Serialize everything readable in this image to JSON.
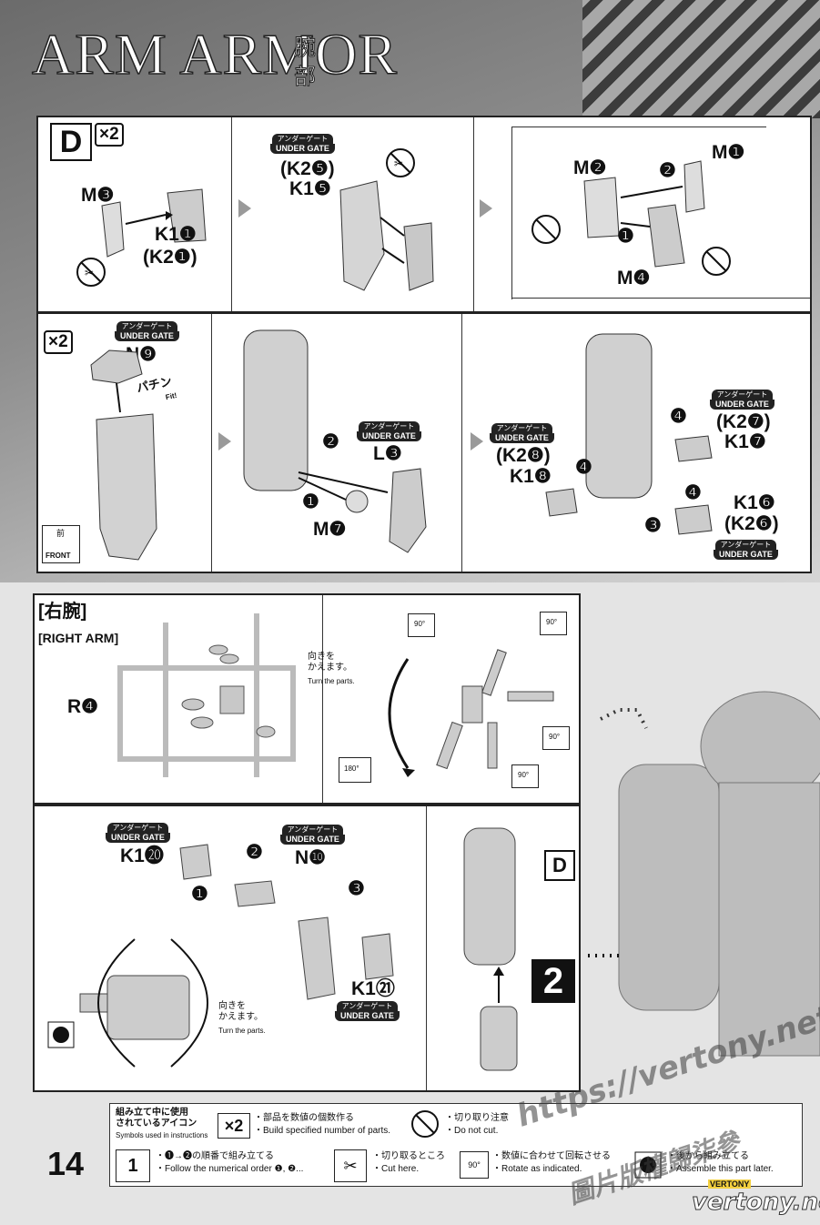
{
  "header": {
    "title": "ARM ARMOR",
    "title_jp": "腕部"
  },
  "step_d": {
    "step_letter": "D",
    "multiplier": "×2",
    "s1": {
      "part_m": "M❸",
      "part_k1": "K1❶",
      "part_k2": "(K2❶)"
    },
    "s2": {
      "badge_jp": "アンダーゲート",
      "badge_en": "UNDER GATE",
      "part_k2": "(K2❺)",
      "part_k1": "K1❺"
    },
    "s3": {
      "part_m1": "M❶",
      "part_m2": "M❷",
      "part_m4": "M❹",
      "order_1": "❶",
      "order_2": "❷"
    }
  },
  "step_2": {
    "multiplier": "×2",
    "s1": {
      "badge_jp": "アンダーゲート",
      "badge_en": "UNDER GATE",
      "part_n": "N❾",
      "sfx_jp": "パチン",
      "sfx_en": "Fit!",
      "front_jp": "前",
      "front_en": "FRONT"
    },
    "s2": {
      "badge_jp": "アンダーゲート",
      "badge_en": "UNDER GATE",
      "part_l": "L❸",
      "part_m": "M❼",
      "order_1": "❶",
      "order_2": "❷"
    },
    "s3": {
      "badge_a_jp": "アンダーゲート",
      "badge_a_en": "UNDER GATE",
      "badge_b_jp": "アンダーゲート",
      "badge_b_en": "UNDER GATE",
      "badge_c_jp": "アンダーゲート",
      "badge_c_en": "UNDER GATE",
      "part_k2a": "(K2❽)",
      "part_k1a": "K1❽",
      "part_k2b": "(K2❼)",
      "part_k1b": "K1❼",
      "part_k1c": "K1❻",
      "part_k2c": "(K2❻)",
      "order_3": "❸",
      "order_4a": "❹",
      "order_4b": "❹",
      "order_4c": "❹"
    }
  },
  "right_arm": {
    "title_jp": "[右腕]",
    "title_en": "[RIGHT ARM]",
    "part_r": "R❹",
    "turn_jp": "向きを\nかえます。",
    "turn_en": "Turn the parts.",
    "rot_90a": "90°",
    "rot_90b": "90°",
    "rot_90c": "90°",
    "rot_90d": "90°",
    "rot_180": "180°"
  },
  "assembly": {
    "badge_a_jp": "アンダーゲート",
    "badge_a_en": "UNDER GATE",
    "badge_b_jp": "アンダーゲート",
    "badge_b_en": "UNDER GATE",
    "badge_c_jp": "アンダーゲート",
    "badge_c_en": "UNDER GATE",
    "part_k1a": "K1⓴",
    "part_n": "N❿",
    "part_k1b": "K1㉑",
    "order_1": "❶",
    "order_2": "❷",
    "order_3": "❸",
    "turn_jp": "向きを\nかえます。",
    "turn_en": "Turn the parts.",
    "step_letter": "D",
    "callout": "2"
  },
  "legend": {
    "title_jp": "組み立て中に使用\nされているアイコン",
    "title_en": "Symbols used in instructions",
    "x2_jp": "・部品を数値の個数作る",
    "x2_en": "・Build specified number of parts.",
    "x2_icon": "×2",
    "nocut_jp": "・切り取り注意",
    "nocut_en": "・Do not cut.",
    "order_jp": "・❶→❷の順番で組み立てる",
    "order_en": "・Follow the numerical order ❶, ❷...",
    "order_icon": "1",
    "cut_jp": "・切り取るところ",
    "cut_en": "・Cut here.",
    "rot_jp": "・数値に合わせて回転させる",
    "rot_en": "・Rotate as indicated.",
    "rot_icon": "90°",
    "later_jp": "・後から組み立てる",
    "later_en": "・Assemble this part later."
  },
  "page_number": "14",
  "watermark": {
    "url": "https://vertony.net/",
    "cn": "圖片版權歸柒參",
    "brand_top": "VERTONY",
    "brand": "vertony.net"
  }
}
